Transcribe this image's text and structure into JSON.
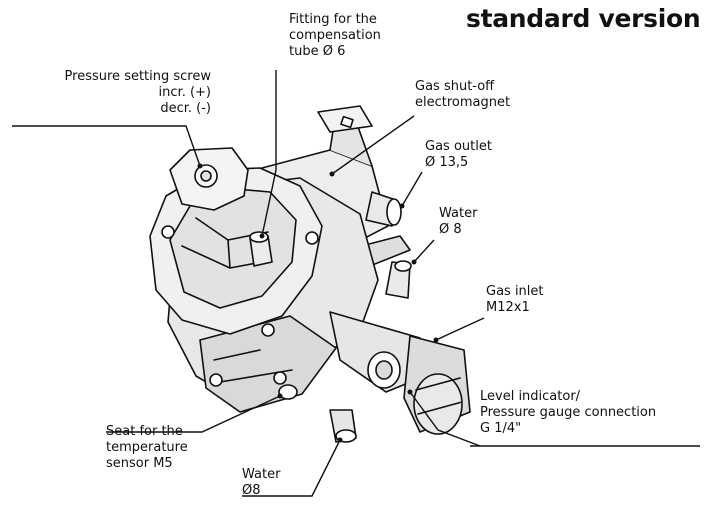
{
  "title": "standard version",
  "labels": {
    "fitting": [
      "Fitting for the",
      "compensation",
      "tube Ø 6"
    ],
    "pressure_screw": [
      "Pressure setting screw",
      "incr. (+)",
      "decr. (-)"
    ],
    "shutoff": [
      "Gas shut-off",
      "electromagnet"
    ],
    "gas_outlet": [
      "Gas outlet",
      "Ø 13,5"
    ],
    "water_top": [
      "Water",
      "Ø 8"
    ],
    "gas_inlet": [
      "Gas inlet",
      "M12x1"
    ],
    "level_indicator": [
      "Level indicator/",
      "Pressure gauge connection",
      "G 1/4\""
    ],
    "seat_sensor": [
      "Seat for the",
      "temperature",
      "sensor M5"
    ],
    "water_bottom": [
      "Water",
      "Ø8"
    ]
  },
  "colors": {
    "ink": "#111111",
    "paper": "#ffffff",
    "body_light": "#e9e9e9",
    "body_mid": "#cfcfcf"
  }
}
